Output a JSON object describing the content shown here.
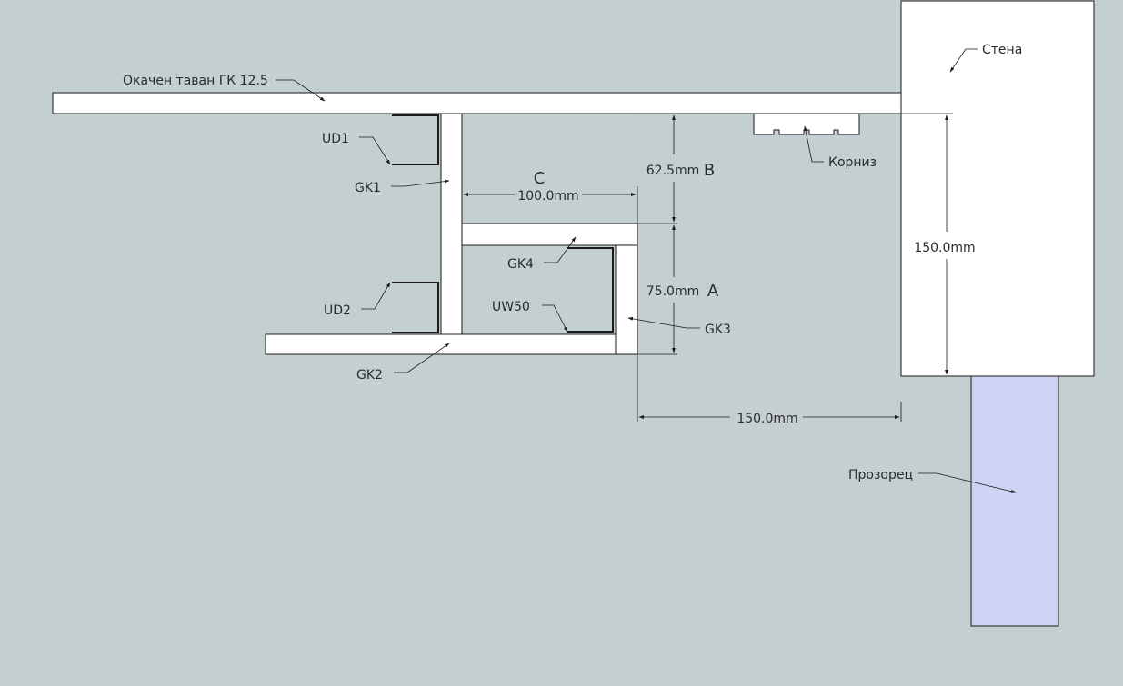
{
  "labels": {
    "ceiling": "Окачен таван ГК 12.5",
    "wall": "Стена",
    "cornice": "Корниз",
    "window": "Прозорец",
    "ud1": "UD1",
    "ud2": "UD2",
    "gk1": "GK1",
    "gk2": "GK2",
    "gk3": "GK3",
    "gk4": "GK4",
    "uw50": "UW50",
    "letter_a": "A",
    "letter_b": "B",
    "letter_c": "C"
  },
  "dimensions": {
    "c_width": "100.0mm",
    "b_height": "62.5mm",
    "a_height": "75.0mm",
    "wall_height": "150.0mm",
    "wall_gap": "150.0mm"
  },
  "colors": {
    "background": "#c4cfd1",
    "part_fill": "#ffffff",
    "window_fill": "#cdd3f2",
    "stroke": "#1a1a1a"
  }
}
